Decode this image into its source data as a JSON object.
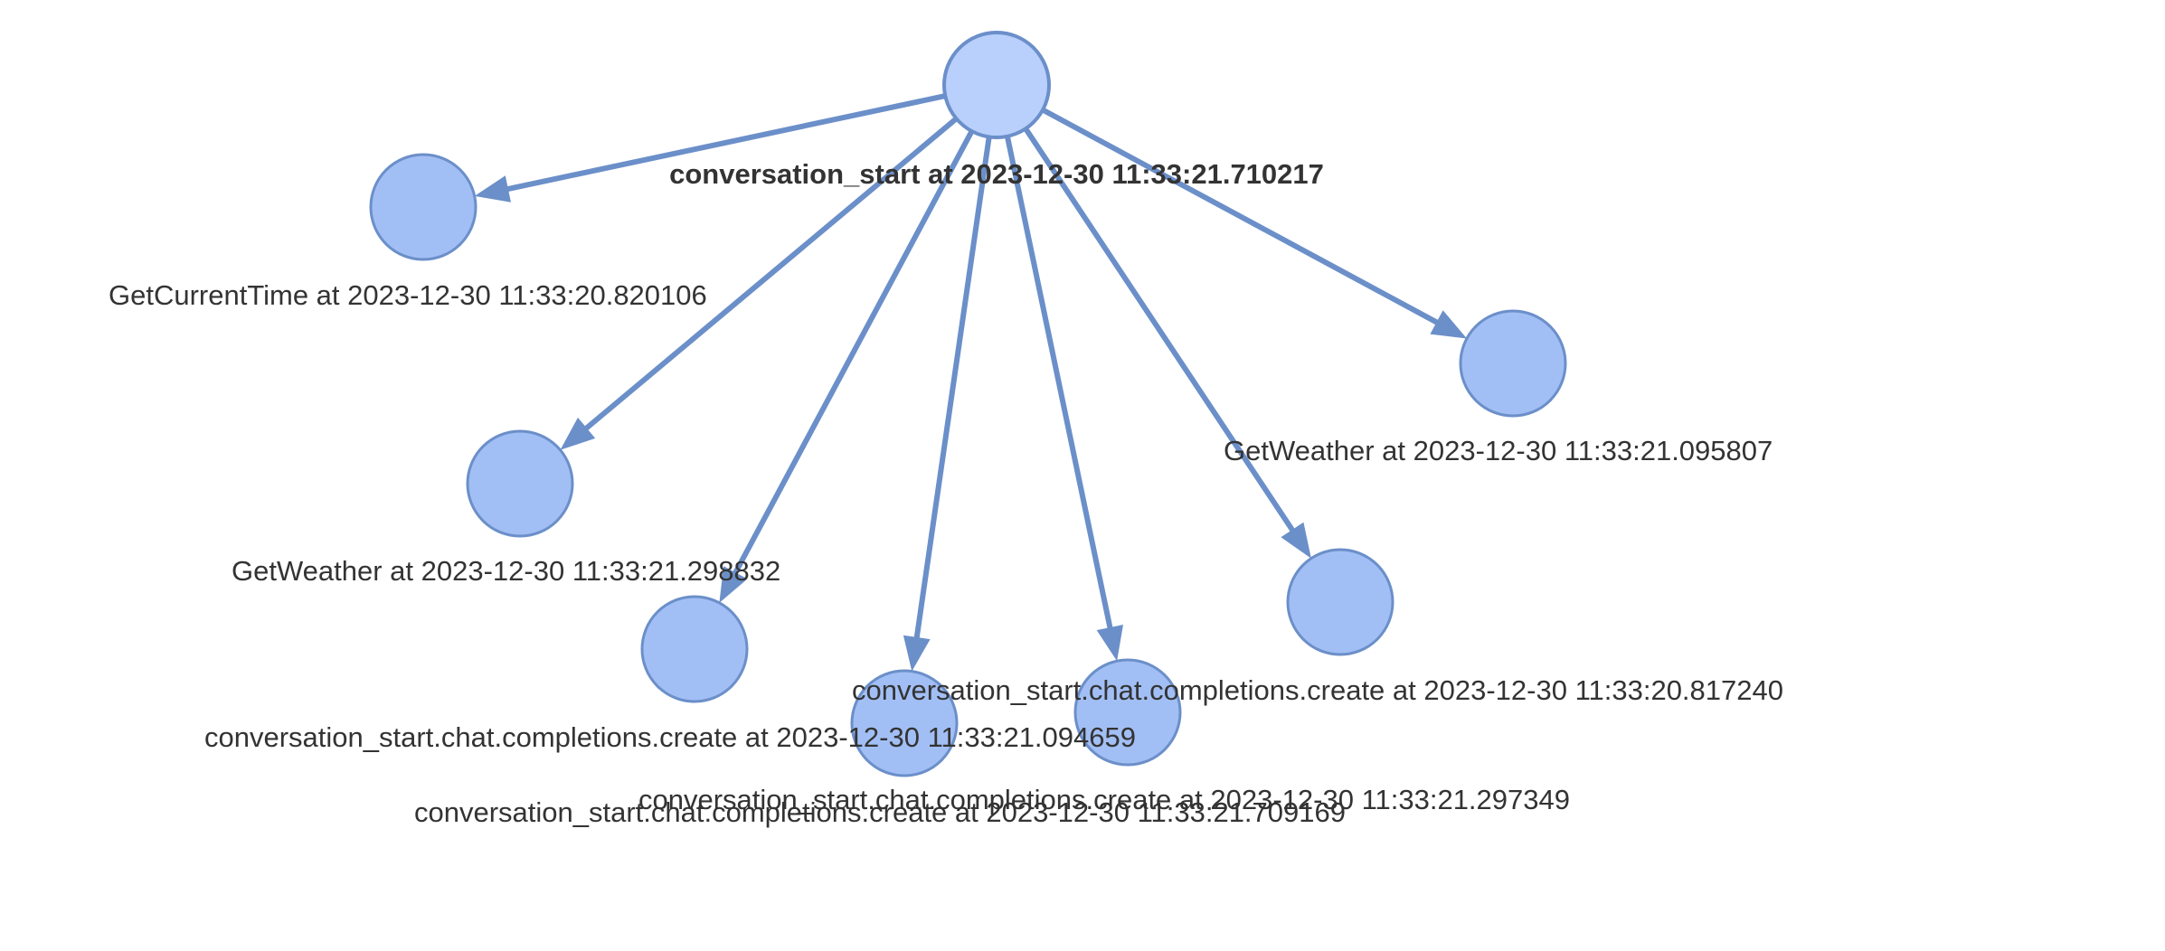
{
  "graph": {
    "colors": {
      "edge": "#6b8fc9",
      "node_fill": "#a2bff5",
      "root_fill": "#b9cffc",
      "node_stroke": "#6b8fc9",
      "label": "#333333"
    },
    "root": {
      "id": "root",
      "label": "conversation_start at 2023-12-30 11:33:21.710217"
    },
    "children": [
      {
        "id": "get-current-time",
        "label": "GetCurrentTime at 2023-12-30 11:33:20.820106"
      },
      {
        "id": "get-weather-298832",
        "label": "GetWeather at 2023-12-30 11:33:21.298832"
      },
      {
        "id": "completions-094659",
        "label": "conversation_start.chat.completions.create at 2023-12-30 11:33:21.094659"
      },
      {
        "id": "completions-709169",
        "label": "conversation_start.chat.completions.create at 2023-12-30 11:33:21.709169"
      },
      {
        "id": "completions-297349",
        "label": "conversation_start.chat.completions.create at 2023-12-30 11:33:21.297349"
      },
      {
        "id": "completions-817240",
        "label": "conversation_start.chat.completions.create at 2023-12-30 11:33:20.817240"
      },
      {
        "id": "get-weather-095807",
        "label": "GetWeather at 2023-12-30 11:33:21.095807"
      }
    ]
  }
}
